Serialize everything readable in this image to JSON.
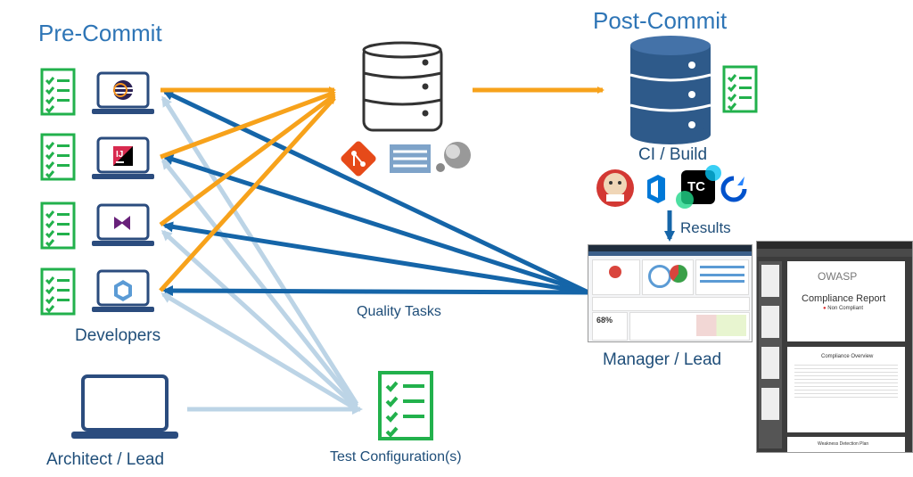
{
  "labels": {
    "pre_commit": "Pre-Commit",
    "post_commit": "Post-Commit",
    "developers": "Developers",
    "architect": "Architect / Lead",
    "test_config": "Test Configuration(s)",
    "quality_tasks": "Quality Tasks",
    "ci_build": "CI / Build",
    "results": "Results",
    "manager": "Manager / Lead"
  },
  "dashboard": {
    "percent": "68%"
  },
  "report": {
    "brand": "OWASP",
    "title": "Compliance Report",
    "status": "Non Compliant",
    "overview": "Compliance Overview",
    "plan": "Weakness Detection Plan"
  },
  "icons": {
    "ide_list": [
      "eclipse-icon",
      "intellij-icon",
      "visual-studio-icon",
      "vscode-ide-icon"
    ],
    "vcs_list": [
      "git-icon",
      "subversion-icon",
      "mercurial-icon"
    ],
    "ci_list": [
      "jenkins-icon",
      "azure-devops-icon",
      "teamcity-icon",
      "bamboo-icon"
    ]
  },
  "colors": {
    "orange": "#f7a21b",
    "blue": "#1565a8",
    "lightblue": "#bcd4e6",
    "green": "#22b14c",
    "navy": "#2b4c7e"
  }
}
